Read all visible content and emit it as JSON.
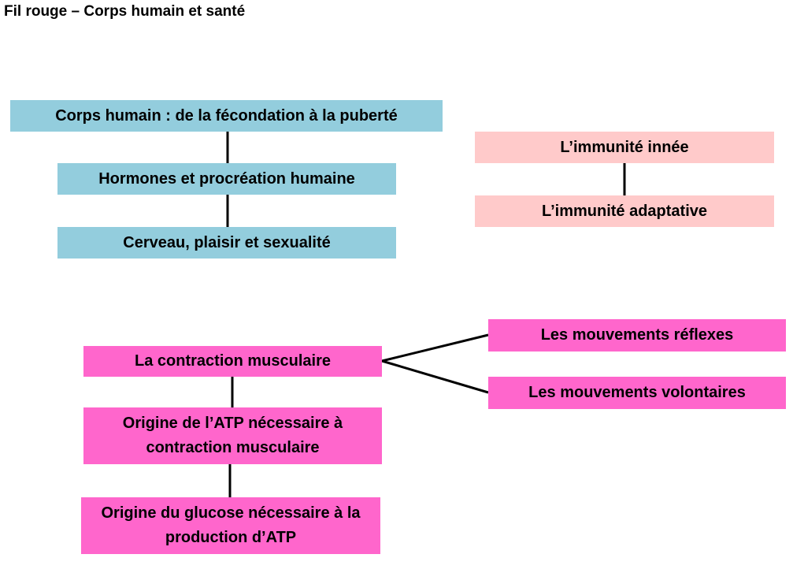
{
  "title": "Fil rouge – Corps humain et santé",
  "colors": {
    "blue_box": "#93cddd",
    "light_pink_box": "#ffcaca",
    "magenta_box": "#ff66cc",
    "connector": "#000000"
  },
  "groups": {
    "reproduction": {
      "items": [
        "Corps humain : de la fécondation à la puberté",
        "Hormones et procréation humaine",
        "Cerveau, plaisir et sexualité"
      ]
    },
    "immunity": {
      "items": [
        "L’immunité innée",
        "L’immunité adaptative"
      ]
    },
    "movement": {
      "items": [
        "La contraction musculaire",
        "Origine de l’ATP nécessaire à contraction musculaire",
        "Origine du glucose nécessaire à la production d’ATP"
      ],
      "branches": [
        "Les mouvements réflexes",
        "Les mouvements volontaires"
      ]
    }
  }
}
